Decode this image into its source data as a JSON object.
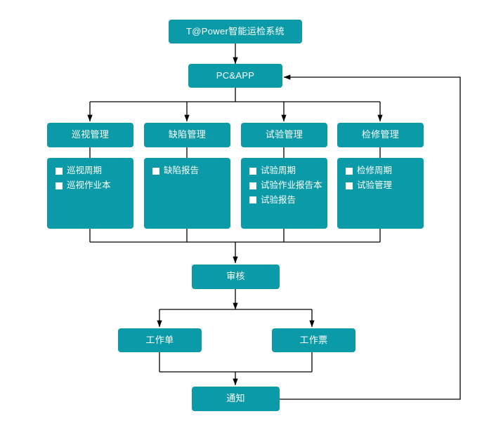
{
  "diagram": {
    "type": "flowchart",
    "theme": {
      "node_fill": "#0b9aa8",
      "node_text": "#ffffff",
      "edge_color": "#000000",
      "bullet_color": "#ffffff",
      "background": "#ffffff"
    },
    "nodes": {
      "system": {
        "label": "T@Power智能运检系统"
      },
      "platform": {
        "label": "PC&APP"
      },
      "review": {
        "label": "审核"
      },
      "work_order": {
        "label": "工作单"
      },
      "work_ticket": {
        "label": "工作票"
      },
      "notice": {
        "label": "通知"
      }
    },
    "columns": [
      {
        "header": "巡视管理",
        "items": [
          "巡视周期",
          "巡视作业本"
        ]
      },
      {
        "header": "缺陷管理",
        "items": [
          "缺陷报告"
        ]
      },
      {
        "header": "试验管理",
        "items": [
          "试验周期",
          "试验作业报告本",
          "试验报告"
        ]
      },
      {
        "header": "检修管理",
        "items": [
          "检修周期",
          "试验管理"
        ]
      }
    ]
  }
}
